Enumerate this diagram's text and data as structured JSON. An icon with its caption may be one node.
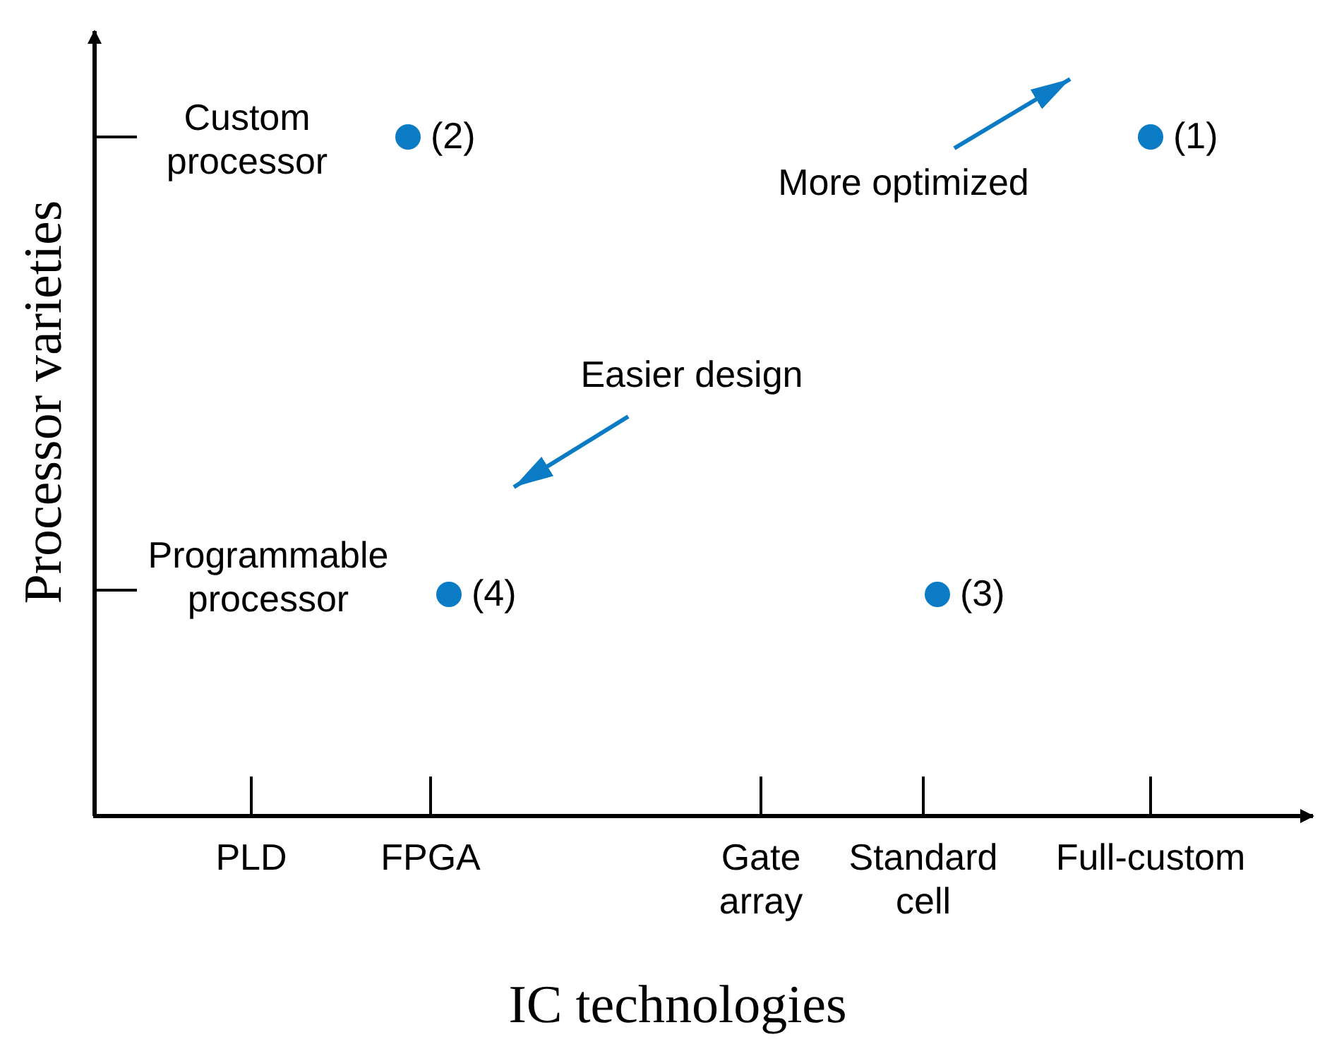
{
  "diagram": {
    "nodes": [
      {
        "text": [],
        "shape": "circle",
        "beside": [
          "(2)"
        ]
      },
      {
        "text": [],
        "shape": "circle",
        "beside": [
          "(1)"
        ]
      },
      {
        "text": [],
        "shape": "circle",
        "beside": [
          "(4)"
        ]
      },
      {
        "text": [],
        "shape": "circle",
        "beside": [
          "(3)"
        ]
      }
    ],
    "labels": [
      "Custom processor",
      "More optimized",
      "Processor varieties",
      "Easier design",
      "Programmable processor",
      "PLD",
      "FPGA",
      "Gate array",
      "Standard cell",
      "Full-custom",
      "IC technologies"
    ]
  }
}
